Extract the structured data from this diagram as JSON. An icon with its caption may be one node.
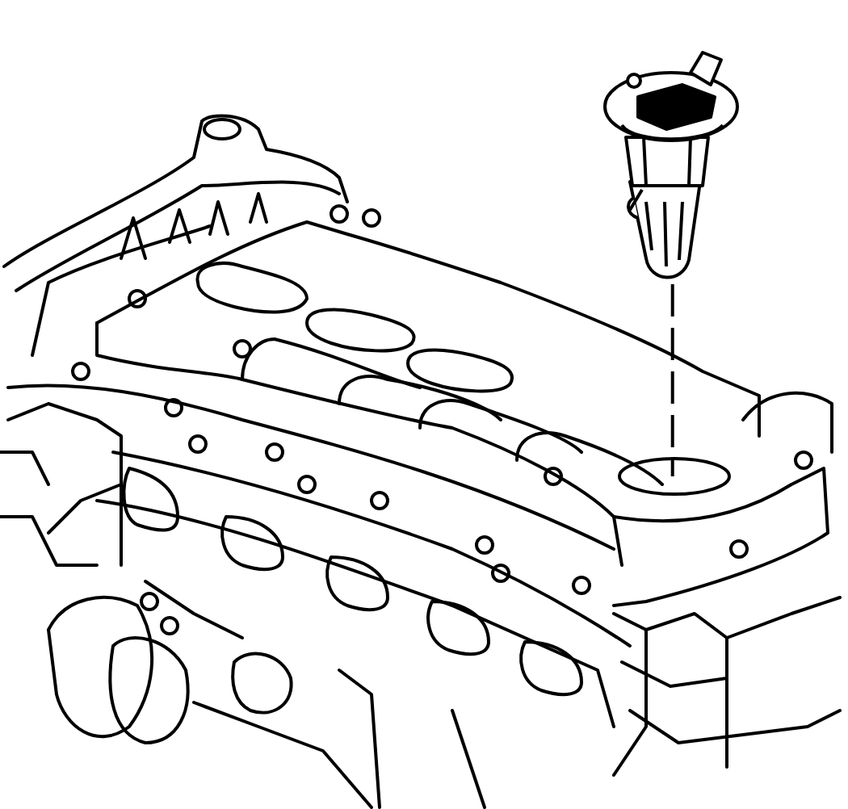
{
  "diagram": {
    "nodes": [
      {
        "text": [],
        "shape": "picture"
      },
      {
        "text": [],
        "shape": "circle"
      }
    ],
    "edges": [
      {
        "from": 0,
        "to": 1,
        "arrow": "none",
        "style": "dashed"
      }
    ]
  }
}
